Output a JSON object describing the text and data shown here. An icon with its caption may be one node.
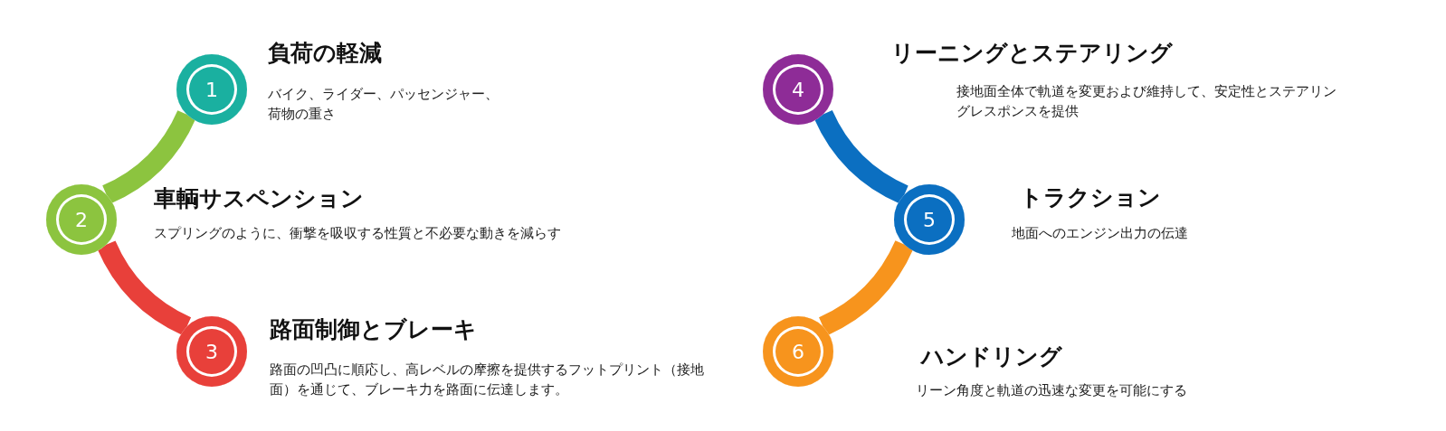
{
  "diagram": {
    "nodes": [
      {
        "text": [
          "1"
        ],
        "beside": [
          "負荷の軽減",
          "バイク、ライダー、パッセンジャー、荷物の重さ"
        ]
      },
      {
        "text": [
          "2"
        ],
        "beside": [
          "車輌サスペンション",
          "スプリングのように、衝撃を吸収する性質と不必要な動きを減らす"
        ]
      },
      {
        "text": [
          "3"
        ],
        "beside": [
          "路面制御とブレーキ",
          "路面の凹凸に順応し、高レベルの摩擦を提供するフットプリント（接地面）を通じて、ブレーキ力を路面に伝達します。"
        ]
      },
      {
        "text": [
          "4"
        ],
        "beside": [
          "リーニングとステアリング",
          "接地面全体で軌道を変更および維持して、安定性とステアリングレスポンスを提供"
        ]
      },
      {
        "text": [
          "5"
        ],
        "beside": [
          "トラクション",
          "地面へのエンジン出力の伝達"
        ]
      },
      {
        "text": [
          "6"
        ],
        "beside": [
          "ハンドリング",
          "リーン角度と軌道の迅速な変更を可能にする"
        ]
      }
    ],
    "edges": [
      {
        "from": 0,
        "to": 1,
        "arrow": "none",
        "color": "#8cc43f"
      },
      {
        "from": 1,
        "to": 2,
        "arrow": "none",
        "color": "#e8403a"
      },
      {
        "from": 3,
        "to": 4,
        "arrow": "none",
        "color": "#0b6fc1"
      },
      {
        "from": 4,
        "to": 5,
        "arrow": "none",
        "color": "#f7941d"
      }
    ]
  }
}
